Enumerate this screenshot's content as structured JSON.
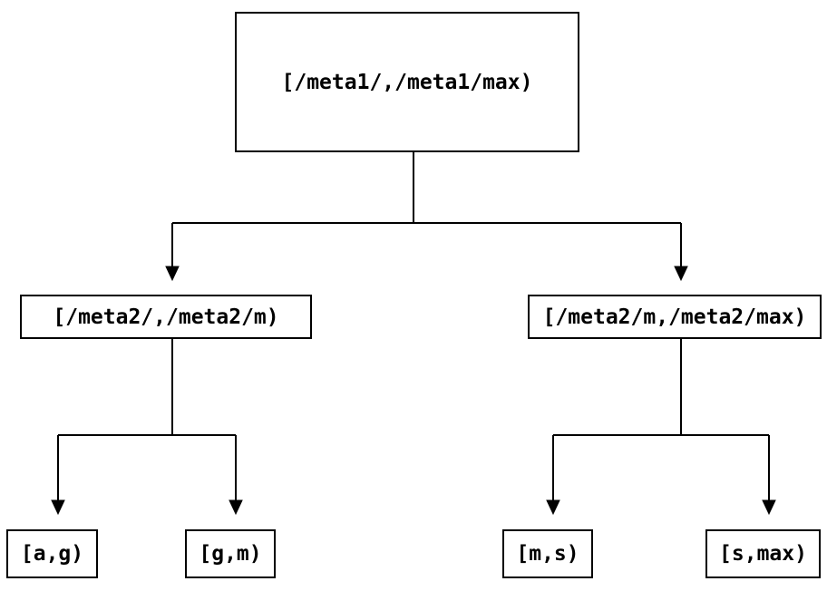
{
  "diagram": {
    "type": "tree",
    "background_color": "#ffffff",
    "line_color": "#000000",
    "text_color": "#000000",
    "nodes": {
      "root": {
        "label": "[/meta1/,/meta1/max)"
      },
      "left_child": {
        "label": "[/meta2/,/meta2/m)"
      },
      "right_child": {
        "label": "[/meta2/m,/meta2/max)"
      },
      "leaf_a_g": {
        "label": "[a,g)"
      },
      "leaf_g_m": {
        "label": "[g,m)"
      },
      "leaf_m_s": {
        "label": "[m,s)"
      },
      "leaf_s_max": {
        "label": "[s,max)"
      }
    },
    "edges": [
      {
        "from": "root",
        "to": "left_child"
      },
      {
        "from": "root",
        "to": "right_child"
      },
      {
        "from": "left_child",
        "to": "leaf_a_g"
      },
      {
        "from": "left_child",
        "to": "leaf_g_m"
      },
      {
        "from": "right_child",
        "to": "leaf_m_s"
      },
      {
        "from": "right_child",
        "to": "leaf_s_max"
      }
    ]
  }
}
